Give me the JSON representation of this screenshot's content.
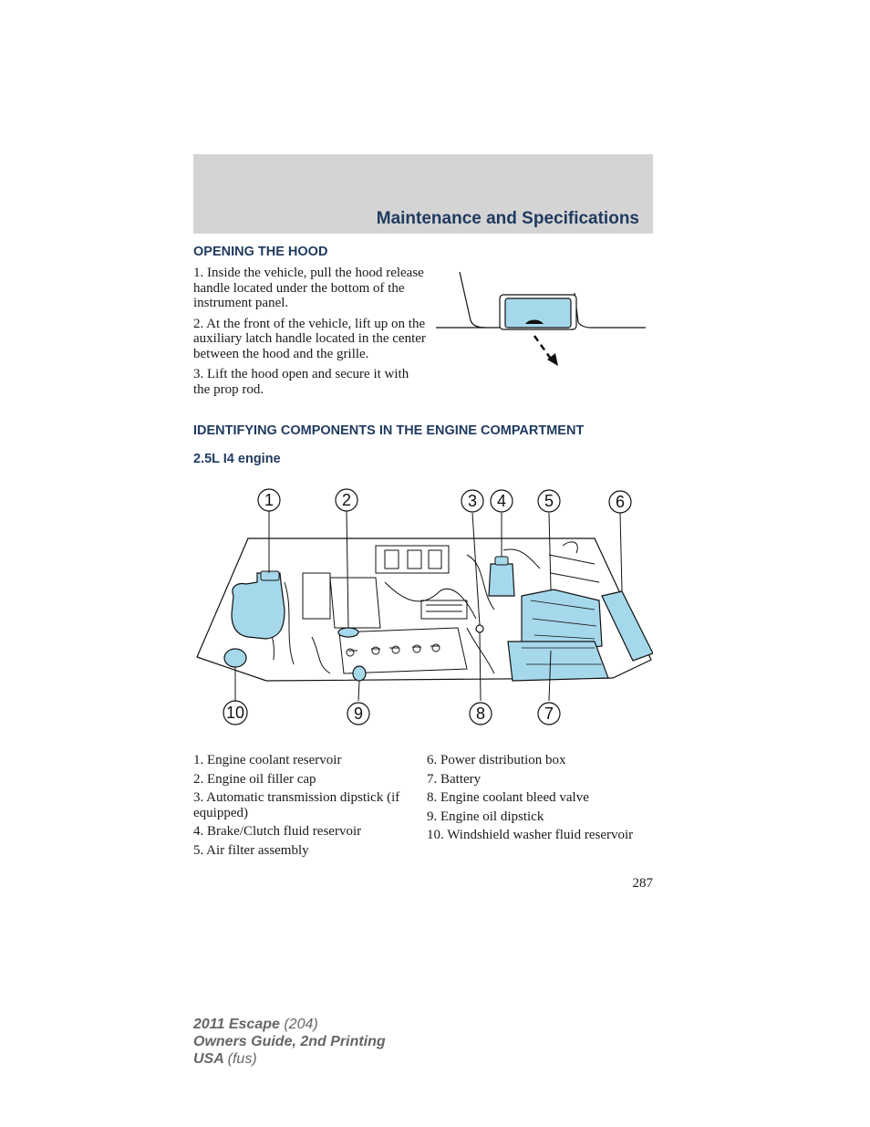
{
  "header": {
    "title": "Maintenance and Specifications"
  },
  "opening_hood": {
    "heading": "OPENING THE HOOD",
    "steps": [
      "1. Inside the vehicle, pull the hood release handle located under the bottom of the instrument panel.",
      "2. At the front of the vehicle, lift up on the auxiliary latch handle located in the center between the hood and the grille.",
      "3. Lift the hood open and secure it with the prop rod."
    ]
  },
  "engine_section": {
    "heading": "IDENTIFYING COMPONENTS IN THE ENGINE COMPARTMENT",
    "subheading": "2.5L I4 engine",
    "callouts": [
      "1",
      "2",
      "3",
      "4",
      "5",
      "6",
      "7",
      "8",
      "9",
      "10"
    ],
    "legend_left": [
      "1. Engine coolant reservoir",
      "2. Engine oil filler cap",
      "3. Automatic transmission dipstick (if equipped)",
      "4. Brake/Clutch fluid reservoir",
      "5. Air filter assembly"
    ],
    "legend_right": [
      "6. Power distribution box",
      "7. Battery",
      "8. Engine coolant bleed valve",
      "9. Engine oil dipstick",
      "10. Windshield washer fluid reservoir"
    ]
  },
  "colors": {
    "highlight": "#a6d8ec",
    "heading": "#1f3a5f",
    "band": "#d4d4d4"
  },
  "page_number": "287",
  "footer": {
    "line1_bold": "2011 Escape",
    "line1_light": "(204)",
    "line2": "Owners Guide, 2nd Printing",
    "line3_bold": "USA",
    "line3_light": "(fus)"
  }
}
